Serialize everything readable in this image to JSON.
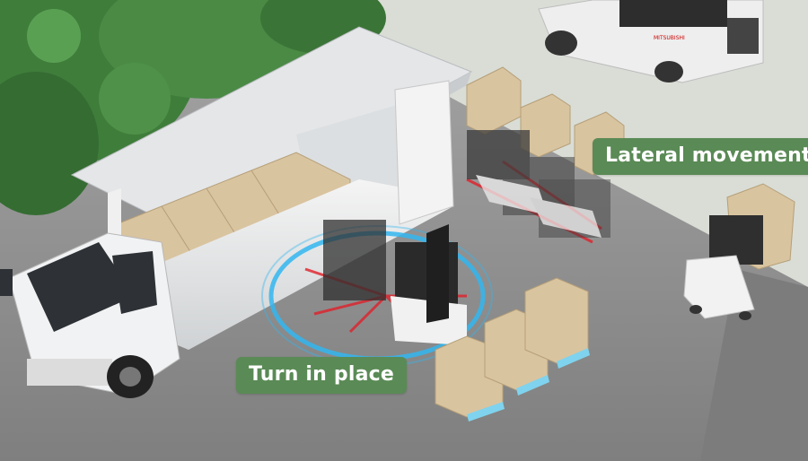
{
  "labels": {
    "lateral": "Lateral movement",
    "turn": "Turn in place"
  },
  "vehicle_logo_text": "MITSUBISHI",
  "colors": {
    "label_bg": "#5a8a55",
    "label_text": "#ffffff",
    "ground": "#8f8f8f",
    "backdrop": "#d9ddd6",
    "trees": "#3f7d3b",
    "boxes": "#d9c4a0",
    "pallet_light": "#7fd3ee",
    "sensor_beam": "#e0202a",
    "turn_ring": "#33b6f0"
  }
}
